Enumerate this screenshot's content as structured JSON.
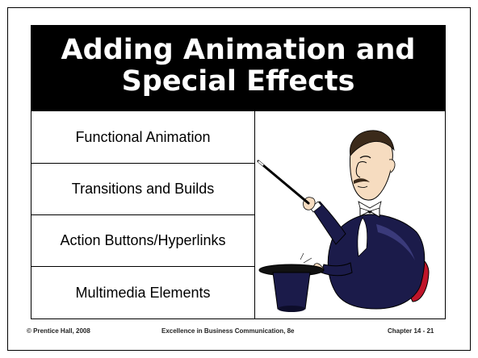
{
  "title": {
    "line1": "Adding Animation and",
    "line2": "Special Effects"
  },
  "items": [
    "Functional Animation",
    "Transitions and Builds",
    "Action Buttons/Hyperlinks",
    "Multimedia Elements"
  ],
  "illustration": "magician-clipart",
  "footer": {
    "left": "© Prentice Hall, 2008",
    "center": "Excellence in Business Communication, 8e",
    "right": "Chapter 14 - 21"
  },
  "colors": {
    "title_bg": "#000000",
    "title_text": "#ffffff",
    "coat": "#1b1b4a",
    "cape_lining": "#c0152a"
  }
}
